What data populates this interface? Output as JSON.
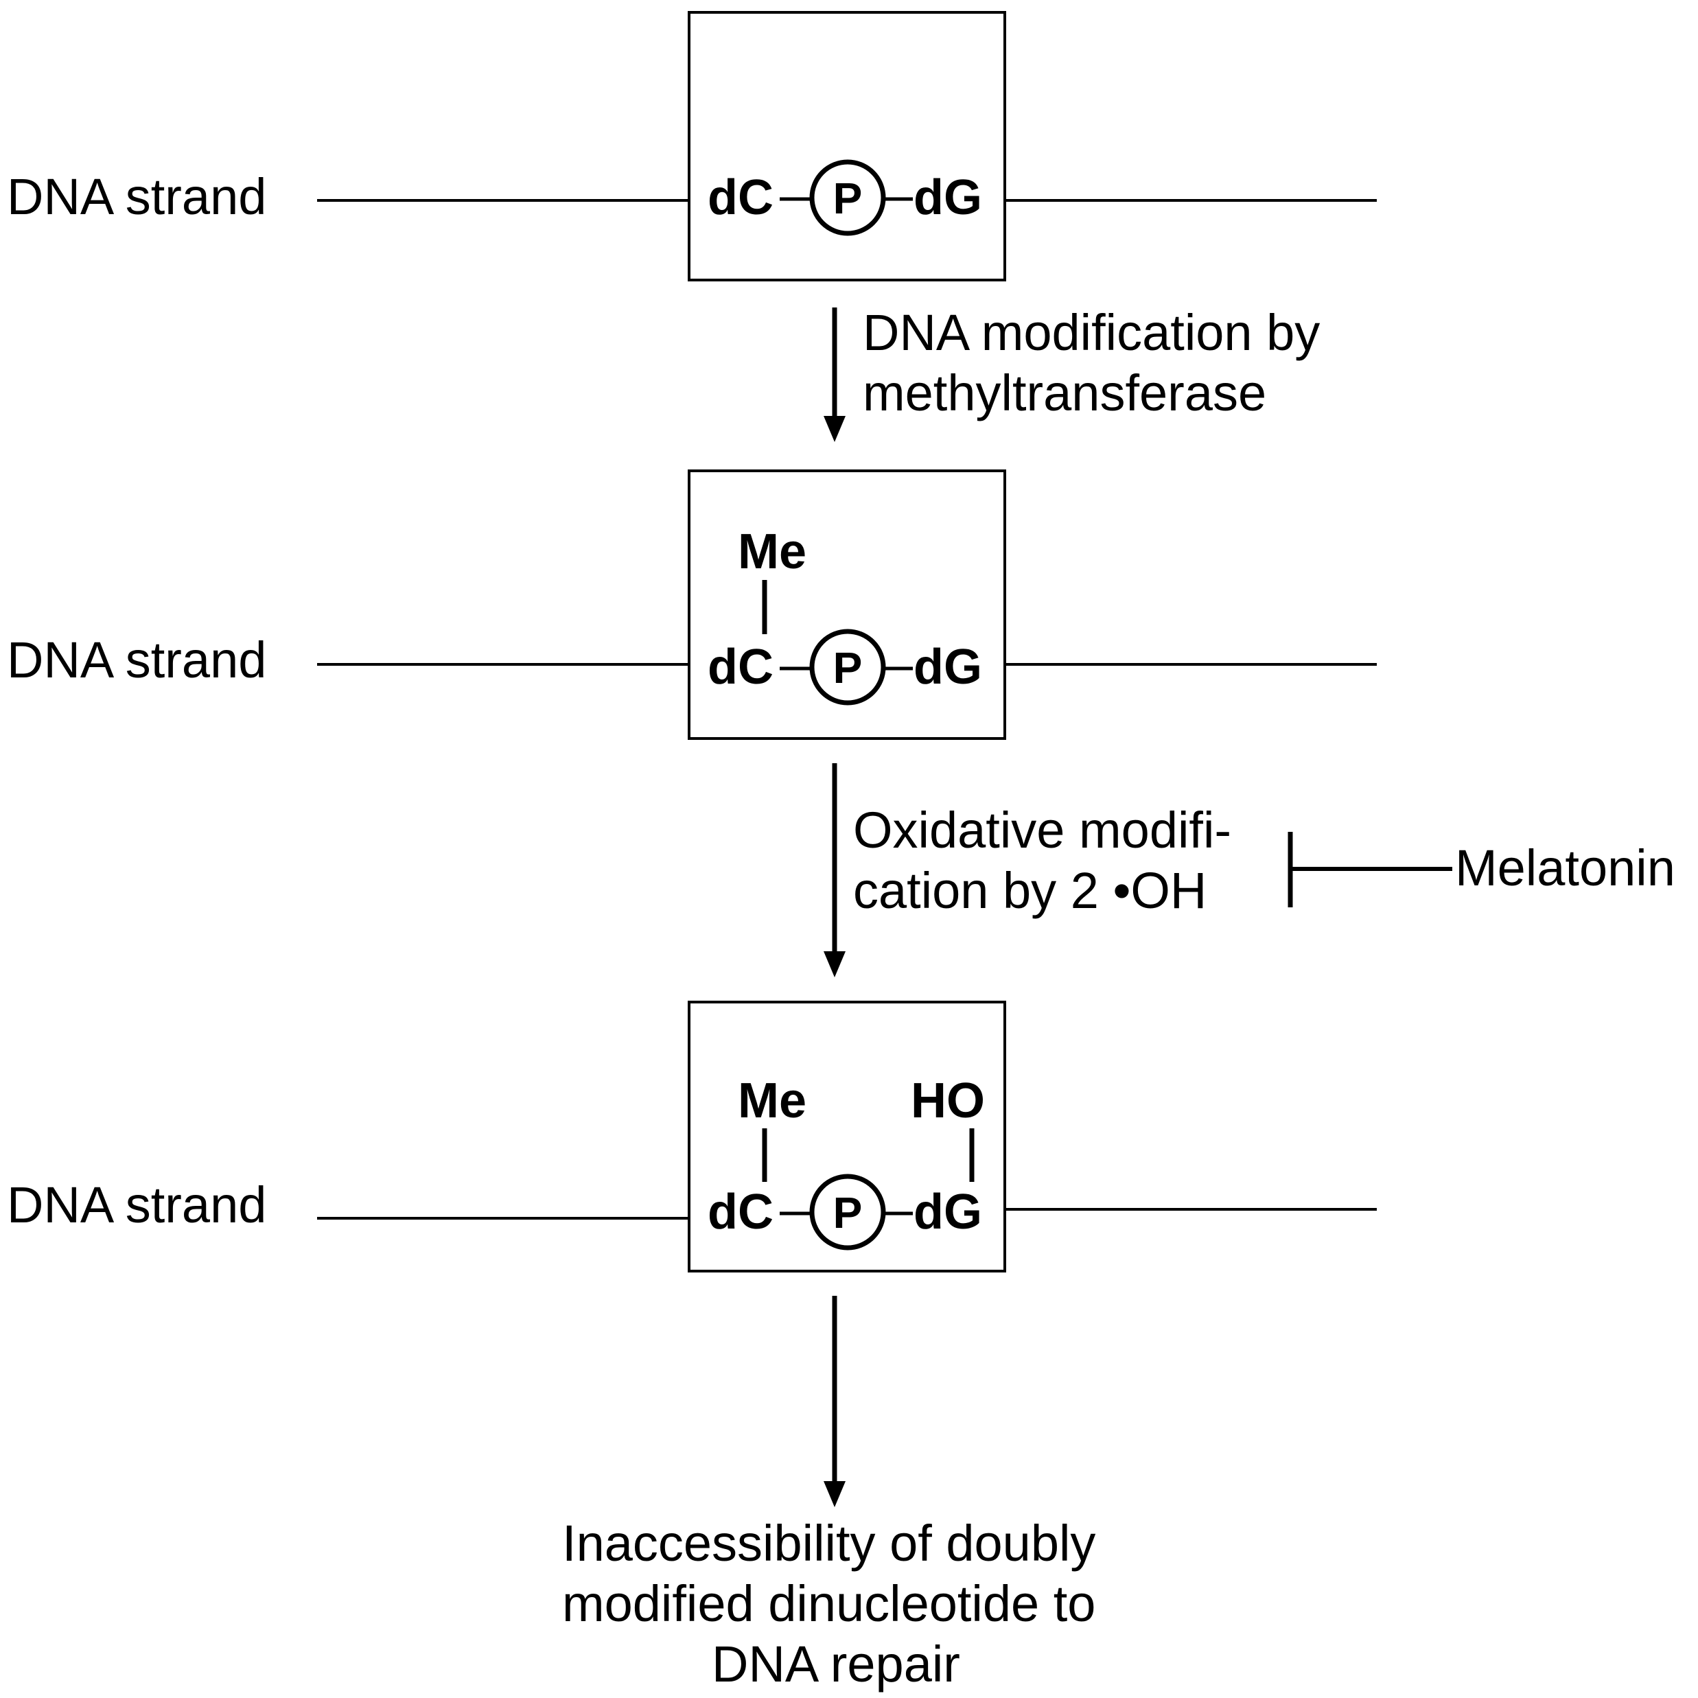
{
  "strand_label": "DNA strand",
  "nucleotides": {
    "left": "dC",
    "right": "dG",
    "phosphate": "P"
  },
  "methyl_group": "Me",
  "hydroxyl_group": "HO",
  "step1_label": [
    "DNA modification by",
    "methyltransferase"
  ],
  "step2_label": [
    "Oxidative modifi-",
    "cation by 2 •OH"
  ],
  "inhibitor": "Melatonin",
  "outcome": [
    "Inaccessibility of doubly",
    "modified dinucleotide to",
    "DNA repair"
  ]
}
